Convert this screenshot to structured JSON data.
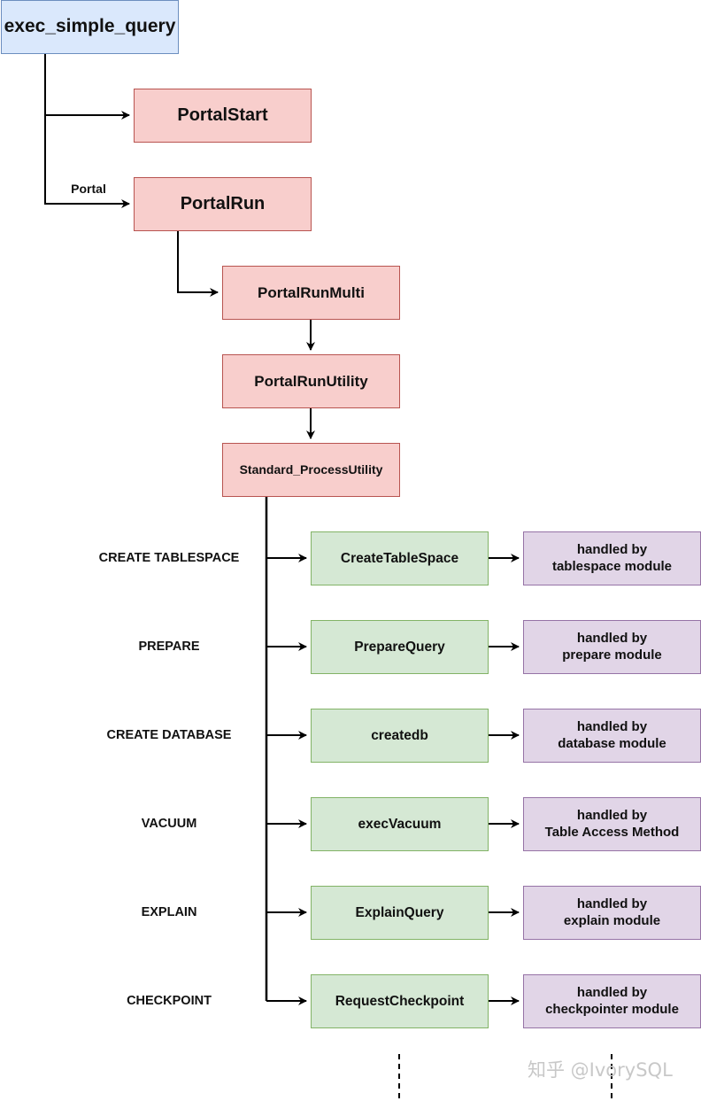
{
  "nodes": {
    "exec_simple_query": "exec_simple_query",
    "portal_start": "PortalStart",
    "portal_run": "PortalRun",
    "portal_run_multi": "PortalRunMulti",
    "portal_run_utility": "PortalRunUtility",
    "standard_process_utility": "Standard_ProcessUtility"
  },
  "edge_labels": {
    "portal": "Portal"
  },
  "branches": [
    {
      "command": "CREATE TABLESPACE",
      "function": "CreateTableSpace",
      "handled_line1": "handled by",
      "handled_line2": "tablespace module"
    },
    {
      "command": "PREPARE",
      "function": "PrepareQuery",
      "handled_line1": "handled by",
      "handled_line2": "prepare module"
    },
    {
      "command": "CREATE DATABASE",
      "function": "createdb",
      "handled_line1": "handled by",
      "handled_line2": "database module"
    },
    {
      "command": "VACUUM",
      "function": "execVacuum",
      "handled_line1": "handled by",
      "handled_line2": "Table Access Method"
    },
    {
      "command": "EXPLAIN",
      "function": "ExplainQuery",
      "handled_line1": "handled by",
      "handled_line2": "explain module"
    },
    {
      "command": "CHECKPOINT",
      "function": "RequestCheckpoint",
      "handled_line1": "handled by",
      "handled_line2": "checkpointer module"
    }
  ],
  "watermark": "知乎 @IvorySQL",
  "colors": {
    "blue_fill": "#dae8fc",
    "blue_border": "#6c8ebf",
    "red_fill": "#f8cecc",
    "red_border": "#b85450",
    "green_fill": "#d5e8d4",
    "green_border": "#82b366",
    "purple_fill": "#e1d5e7",
    "purple_border": "#9673a6",
    "line": "#000000"
  }
}
